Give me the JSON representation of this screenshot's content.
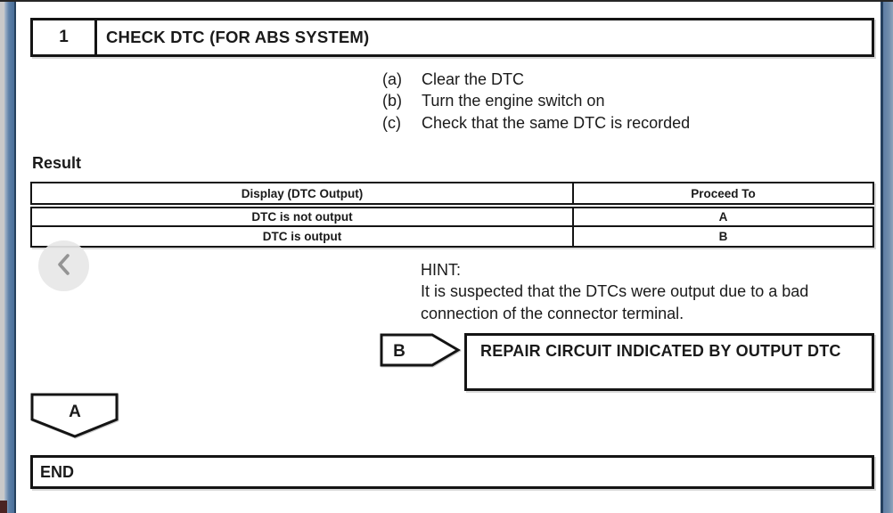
{
  "colors": {
    "frame_blue_left": "#5d80a8",
    "frame_blue_right": "#6e8bab",
    "frame_navy_edge": "#26415f",
    "frame_maroon_corner": "#4a2423",
    "nav_circle": "#ebebeb",
    "border_black": "#141414"
  },
  "step": {
    "number": "1",
    "title": "CHECK DTC (FOR ABS SYSTEM)",
    "items": [
      {
        "label": "(a)",
        "text": "Clear the DTC"
      },
      {
        "label": "(b)",
        "text": "Turn the engine switch on"
      },
      {
        "label": "(c)",
        "text": "Check that the same DTC is recorded"
      }
    ]
  },
  "result": {
    "heading": "Result",
    "table": {
      "col1_header": "Display (DTC Output)",
      "col2_header": "Proceed To",
      "rows": [
        {
          "display": "DTC is not output",
          "proceed": "A"
        },
        {
          "display": "DTC is output",
          "proceed": "B"
        }
      ]
    }
  },
  "hint": {
    "label": "HINT:",
    "text": "It is suspected that the DTCs were output due to a bad connection of the connector terminal."
  },
  "connectors": {
    "b": {
      "label": "B",
      "instruction": "REPAIR CIRCUIT INDICATED BY OUTPUT DTC"
    },
    "a": {
      "label": "A"
    }
  },
  "end": {
    "label": "END"
  },
  "nav": {
    "back_icon": "chevron-left"
  }
}
